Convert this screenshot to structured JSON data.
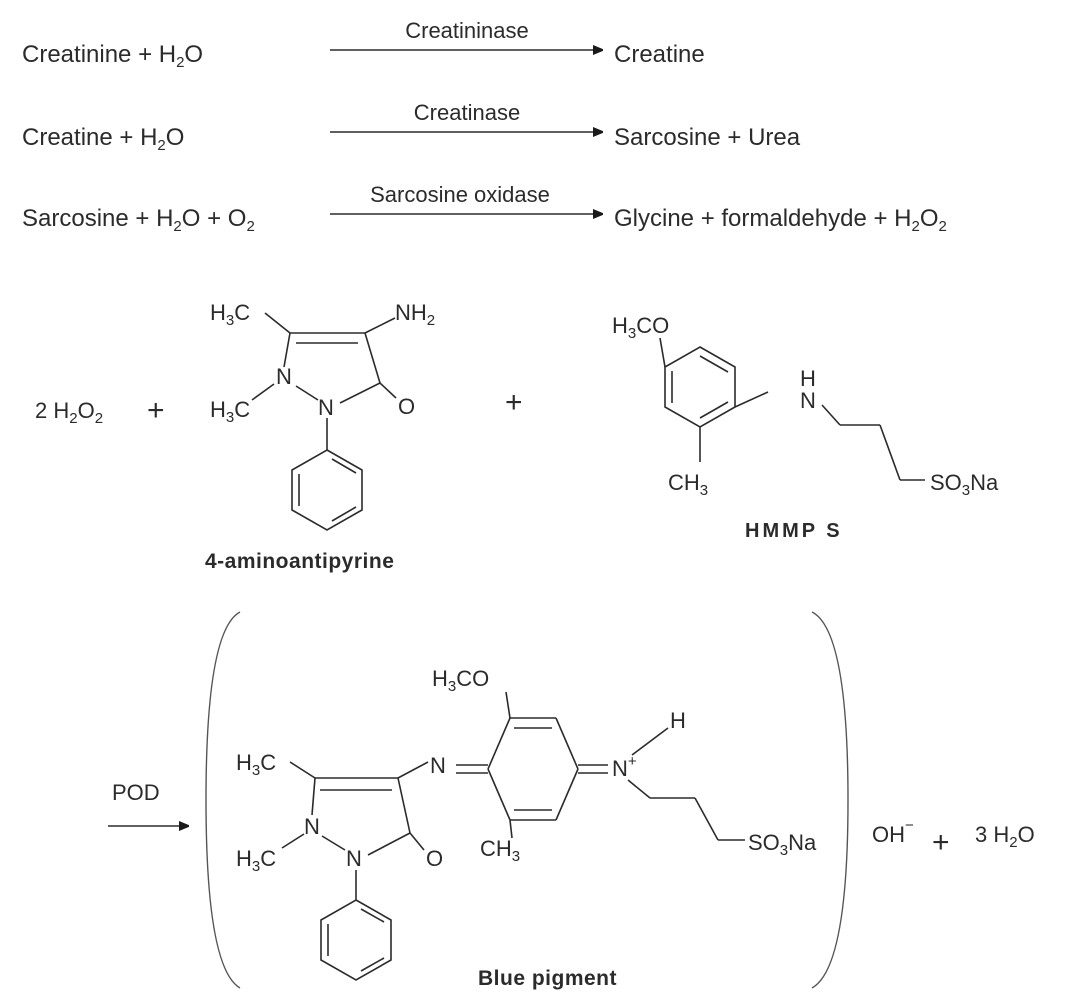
{
  "reactions": [
    {
      "left": "Creatinine + H",
      "left_sub": "2",
      "left_end": "O",
      "enzyme": "Creatininase",
      "right": "Creatine"
    },
    {
      "left": "Creatine + H",
      "left_sub": "2",
      "left_end": "O",
      "enzyme": "Creatinase",
      "right": "Sarcosine + Urea"
    },
    {
      "left": "Sarcosine + H",
      "left_sub": "2",
      "left_mid": "O + O",
      "left_sub2": "2",
      "enzyme": "Sarcosine oxidase",
      "right": "Glycine + formaldehyde + H",
      "right_sub": "2",
      "right_mid": "O",
      "right_sub2": "2"
    }
  ],
  "step2": {
    "coef": "2 H",
    "coef_sub": "2",
    "coef_o": "O",
    "coef_sub2": "2",
    "plus1": "+",
    "plus2": "+",
    "aap_name": "4-aminoantipyrine",
    "hmmps_name": "HMMP S"
  },
  "labels": {
    "h3c": "H",
    "three": "3",
    "c": "C",
    "ch": "CH",
    "nh": "NH",
    "two": "2",
    "n": "N",
    "o": "O",
    "h": "H",
    "co": "CO",
    "so": "SO",
    "na": "Na",
    "plus_charge": "+"
  },
  "product": {
    "pod": "POD",
    "name": "Blue pigment",
    "oh": "OH",
    "oh_charge": "−",
    "plus": "+",
    "water": "3  H",
    "water_sub": "2",
    "water_o": "O"
  }
}
